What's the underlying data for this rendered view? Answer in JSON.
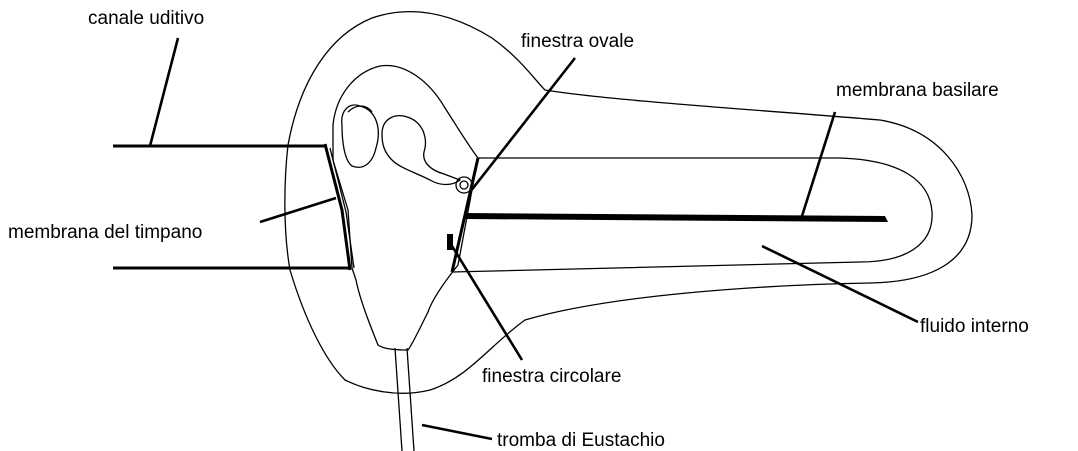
{
  "labels": {
    "canale_uditivo": "canale uditivo",
    "finestra_ovale": "finestra ovale",
    "membrana_basilare": "membrana basilare",
    "membrana_del_timpano": "membrana del timpano",
    "fluido_interno": "fluido interno",
    "finestra_circolare": "finestra circolare",
    "tromba_di_eustachio": "tromba di Eustachio"
  },
  "colors": {
    "line": "#000000",
    "background": "#ffffff"
  }
}
